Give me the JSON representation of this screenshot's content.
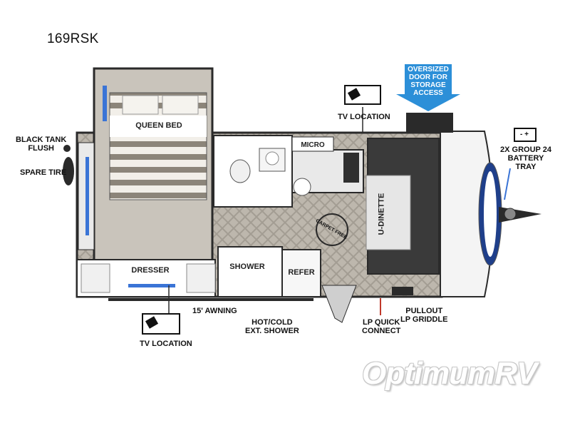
{
  "model": "169RSK",
  "labels": {
    "black_tank_flush": "BLACK TANK\nFLUSH",
    "spare_tire": "SPARE TIRE",
    "queen_bed": "QUEEN BED",
    "tv_location_top": "TV LOCATION",
    "micro": "MICRO",
    "oversized_door": "OVERSIZED\nDOOR FOR\nSTORAGE\nACCESS",
    "battery_tray": "2X GROUP 24\nBATTERY\nTRAY",
    "u_dinette": "U-DINETTE",
    "dresser": "DRESSER",
    "shower": "SHOWER",
    "refer": "REFER",
    "awning": "15' AWNING",
    "ext_shower": "HOT/COLD\nEXT. SHOWER",
    "lp_quick_connect": "LP QUICK\nCONNECT",
    "pullout_griddle": "PULLOUT\nLP GRIDDLE",
    "tv_location_bottom": "TV LOCATION",
    "carpet_free_badge": "CARPET FREE",
    "battery_symbol": "- +"
  },
  "watermark": "OptimumRV",
  "colors": {
    "callout_blue": "#2c8fd8",
    "wall": "#2a2a2a",
    "floor": "#b8b2a8",
    "dinette_dark": "#3a3a3a",
    "led_blue": "#3a74d6"
  },
  "icons": [
    "tv-icon",
    "tv-icon",
    "battery-icon",
    "arrow-down-icon"
  ]
}
